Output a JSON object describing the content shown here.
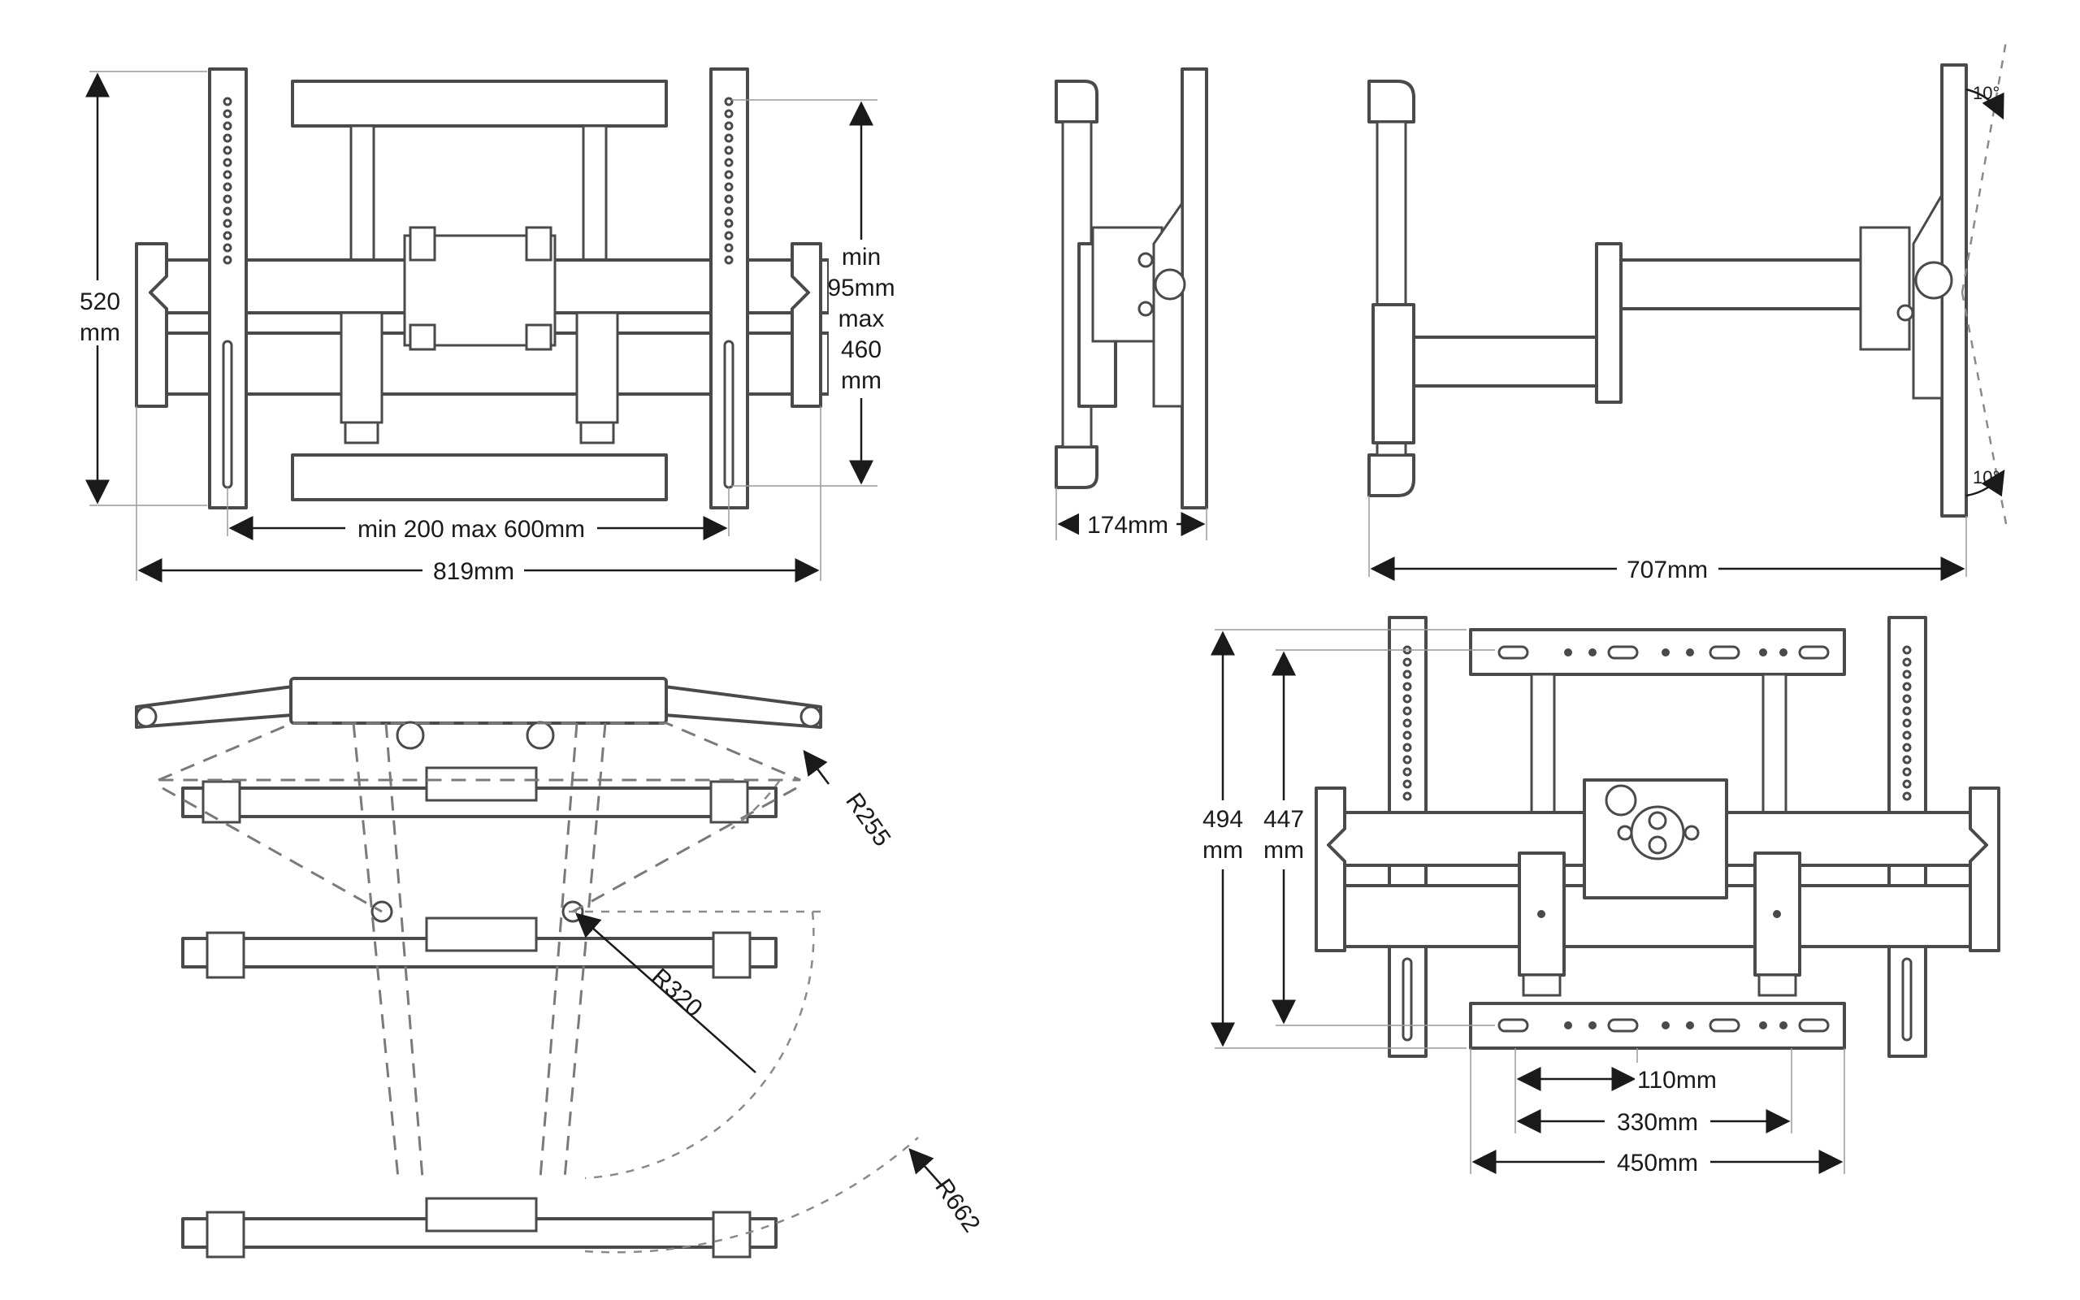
{
  "front_view": {
    "height_label_value": "520",
    "height_label_unit": "mm",
    "vesa_v_label": [
      "min",
      "95mm",
      "max",
      "460",
      "mm"
    ],
    "vesa_h_label": "min 200 max 600mm",
    "width_label": "819mm"
  },
  "side_view_folded": {
    "depth_label": "174mm"
  },
  "side_view_extended": {
    "depth_label": "707mm",
    "tilt_up_label": "10°",
    "tilt_down_label": "10°"
  },
  "top_view": {
    "radius_small_label": "R255",
    "radius_mid_label": "R320",
    "radius_large_label": "R662"
  },
  "back_view": {
    "height_outer_value": "494",
    "height_outer_unit": "mm",
    "height_inner_value": "447",
    "height_inner_unit": "mm",
    "hole_spacing_small_label": "110mm",
    "hole_spacing_mid_label": "330mm",
    "hole_spacing_large_label": "450mm"
  }
}
